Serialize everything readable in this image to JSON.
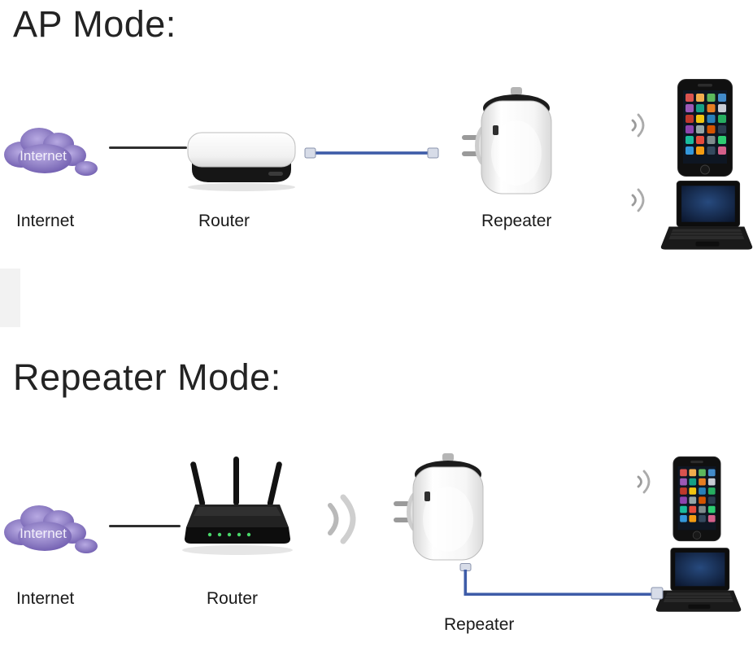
{
  "ap_mode": {
    "title": "AP Mode:",
    "cloud_text": "Internet",
    "internet_label": "Internet",
    "router_label": "Router",
    "repeater_label": "Repeater"
  },
  "repeater_mode": {
    "title": "Repeater Mode:",
    "cloud_text": "Internet",
    "internet_label": "Internet",
    "router_label": "Router",
    "repeater_label": "Repeater"
  },
  "colors": {
    "cable_blue": "#3e5ca8",
    "cloud_purple": "#8474bc",
    "heading_text": "#232323",
    "label_text": "#1a1a1a"
  },
  "icons": {
    "internet_cloud": "purple-cloud",
    "ap_router": "white-desktop-router",
    "wireless_router": "black-antenna-router",
    "repeater": "wall-plug-wifi-repeater",
    "smartphone": "smartphone",
    "laptop": "laptop",
    "wifi_waves": "wifi-signal-arcs",
    "cable": "blue-ethernet-cable"
  }
}
